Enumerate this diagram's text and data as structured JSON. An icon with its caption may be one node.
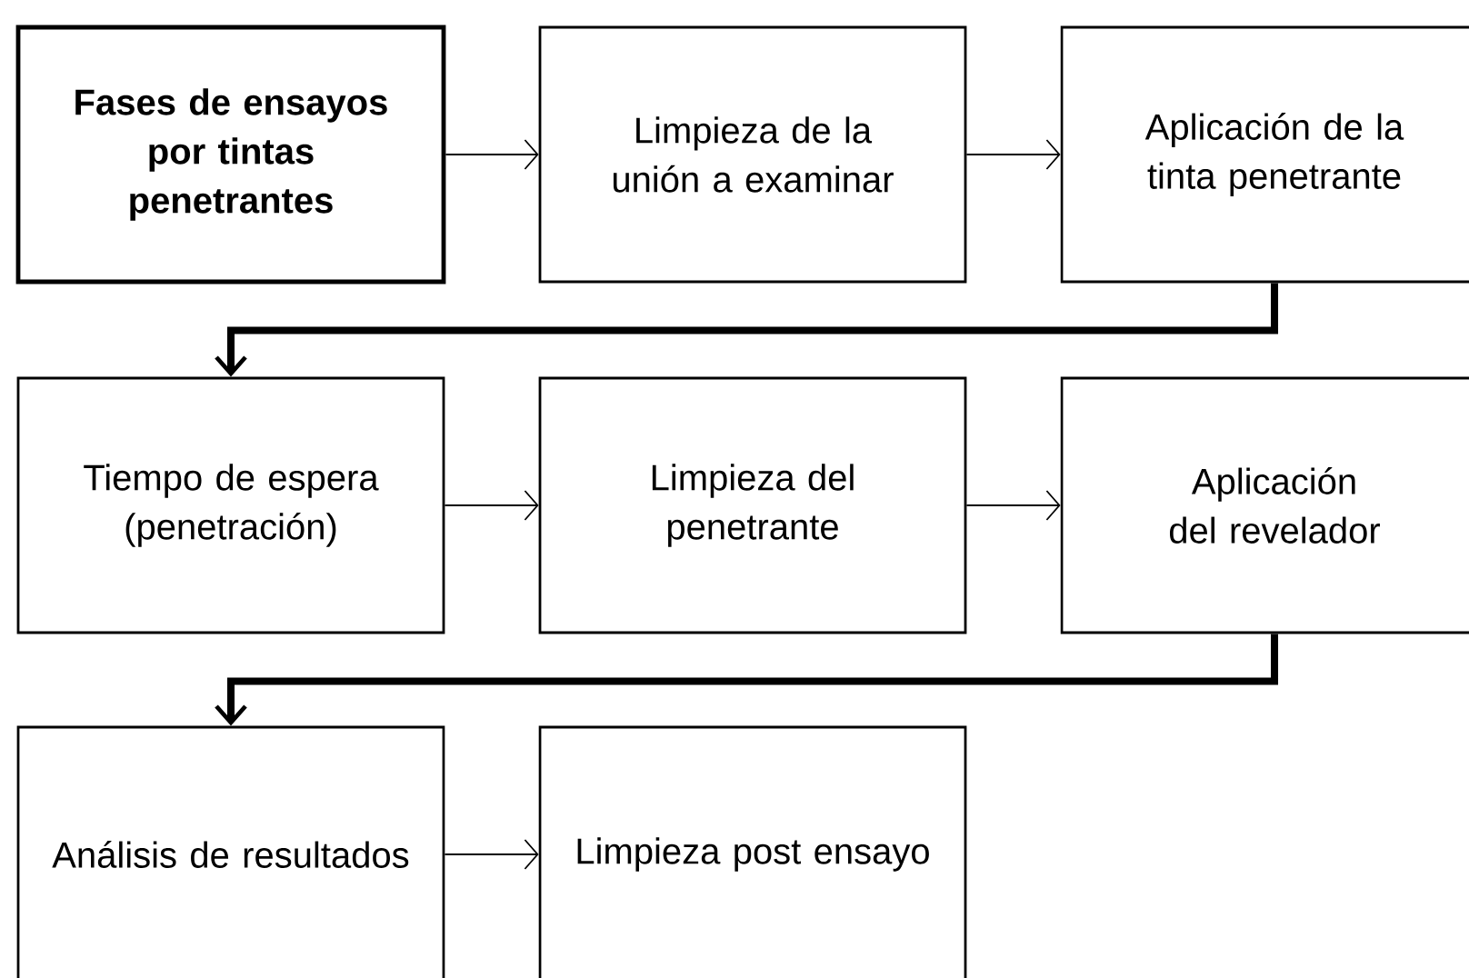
{
  "diagram": {
    "nodes": [
      {
        "text": [
          "Fases de ensayos por tintas penetrantes"
        ]
      },
      {
        "text": [
          "Limpieza de la unión a examinar"
        ]
      },
      {
        "text": [
          "Aplicación de la tinta penetrante"
        ]
      },
      {
        "text": [
          "Tiempo de espera (penetración)"
        ]
      },
      {
        "text": [
          "Limpieza del penetrante"
        ]
      },
      {
        "text": [
          "Aplicación del revelador"
        ]
      },
      {
        "text": [
          "Análisis de resultados"
        ]
      },
      {
        "text": [
          "Limpieza post ensayo"
        ]
      }
    ],
    "edges": [
      {
        "from": 0,
        "to": 1,
        "arrow": "to"
      },
      {
        "from": 1,
        "to": 2,
        "arrow": "to"
      },
      {
        "from": 2,
        "to": 3,
        "arrow": "to",
        "style": "thick"
      },
      {
        "from": 3,
        "to": 4,
        "arrow": "to"
      },
      {
        "from": 4,
        "to": 5,
        "arrow": "to"
      },
      {
        "from": 5,
        "to": 6,
        "arrow": "to",
        "style": "thick"
      },
      {
        "from": 6,
        "to": 7,
        "arrow": "to"
      }
    ]
  }
}
